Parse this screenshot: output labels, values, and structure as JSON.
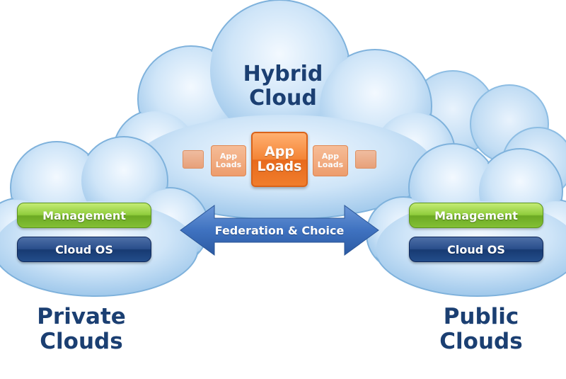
{
  "hybrid": {
    "title_line1": "Hybrid",
    "title_line2": "Cloud"
  },
  "app_loads": {
    "main_line1": "App",
    "main_line2": "Loads",
    "small_line1": "App",
    "small_line2": "Loads"
  },
  "federation": {
    "label": "Federation & Choice"
  },
  "private": {
    "management": "Management",
    "cloud_os": "Cloud OS",
    "title_line1": "Private",
    "title_line2": "Clouds"
  },
  "public": {
    "management": "Management",
    "cloud_os": "Cloud OS",
    "title_line1": "Public",
    "title_line2": "Clouds"
  },
  "colors": {
    "cloud_fill": "#bcdaf3",
    "cloud_edge": "#7fb2dc",
    "text_navy": "#1b3f72",
    "green": "#8fcc3c",
    "navy": "#1f4686",
    "orange": "#f07d2c",
    "arrow": "#3f72c0"
  }
}
